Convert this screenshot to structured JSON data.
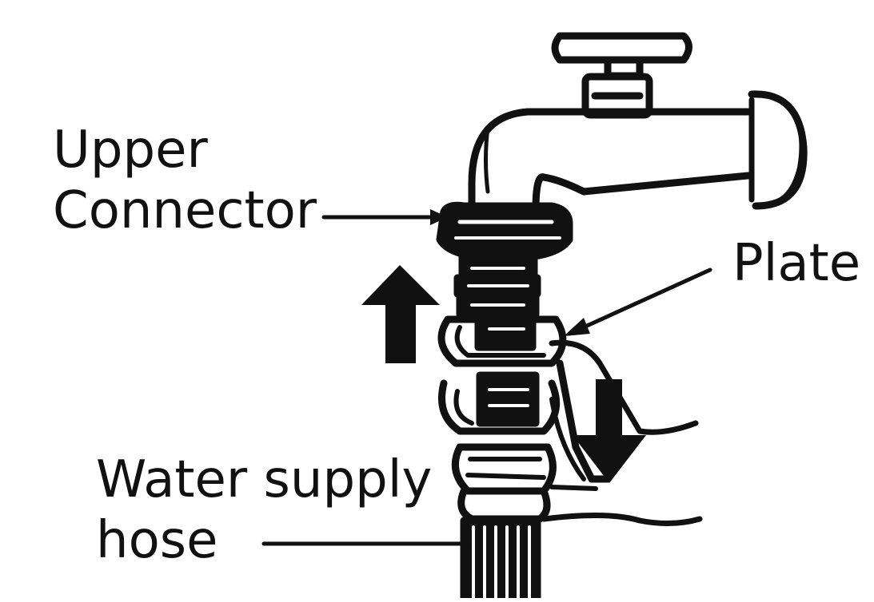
{
  "labels": {
    "upper_connector_line1": "Upper",
    "upper_connector_line2": "Connector",
    "plate": "Plate",
    "water_supply_hose_line1": "Water supply",
    "water_supply_hose_line2": "hose"
  },
  "colors": {
    "ink": "#111111",
    "background": "#ffffff"
  },
  "icons": [
    "faucet-icon",
    "up-arrow-icon",
    "down-arrow-icon",
    "hose-icon"
  ]
}
